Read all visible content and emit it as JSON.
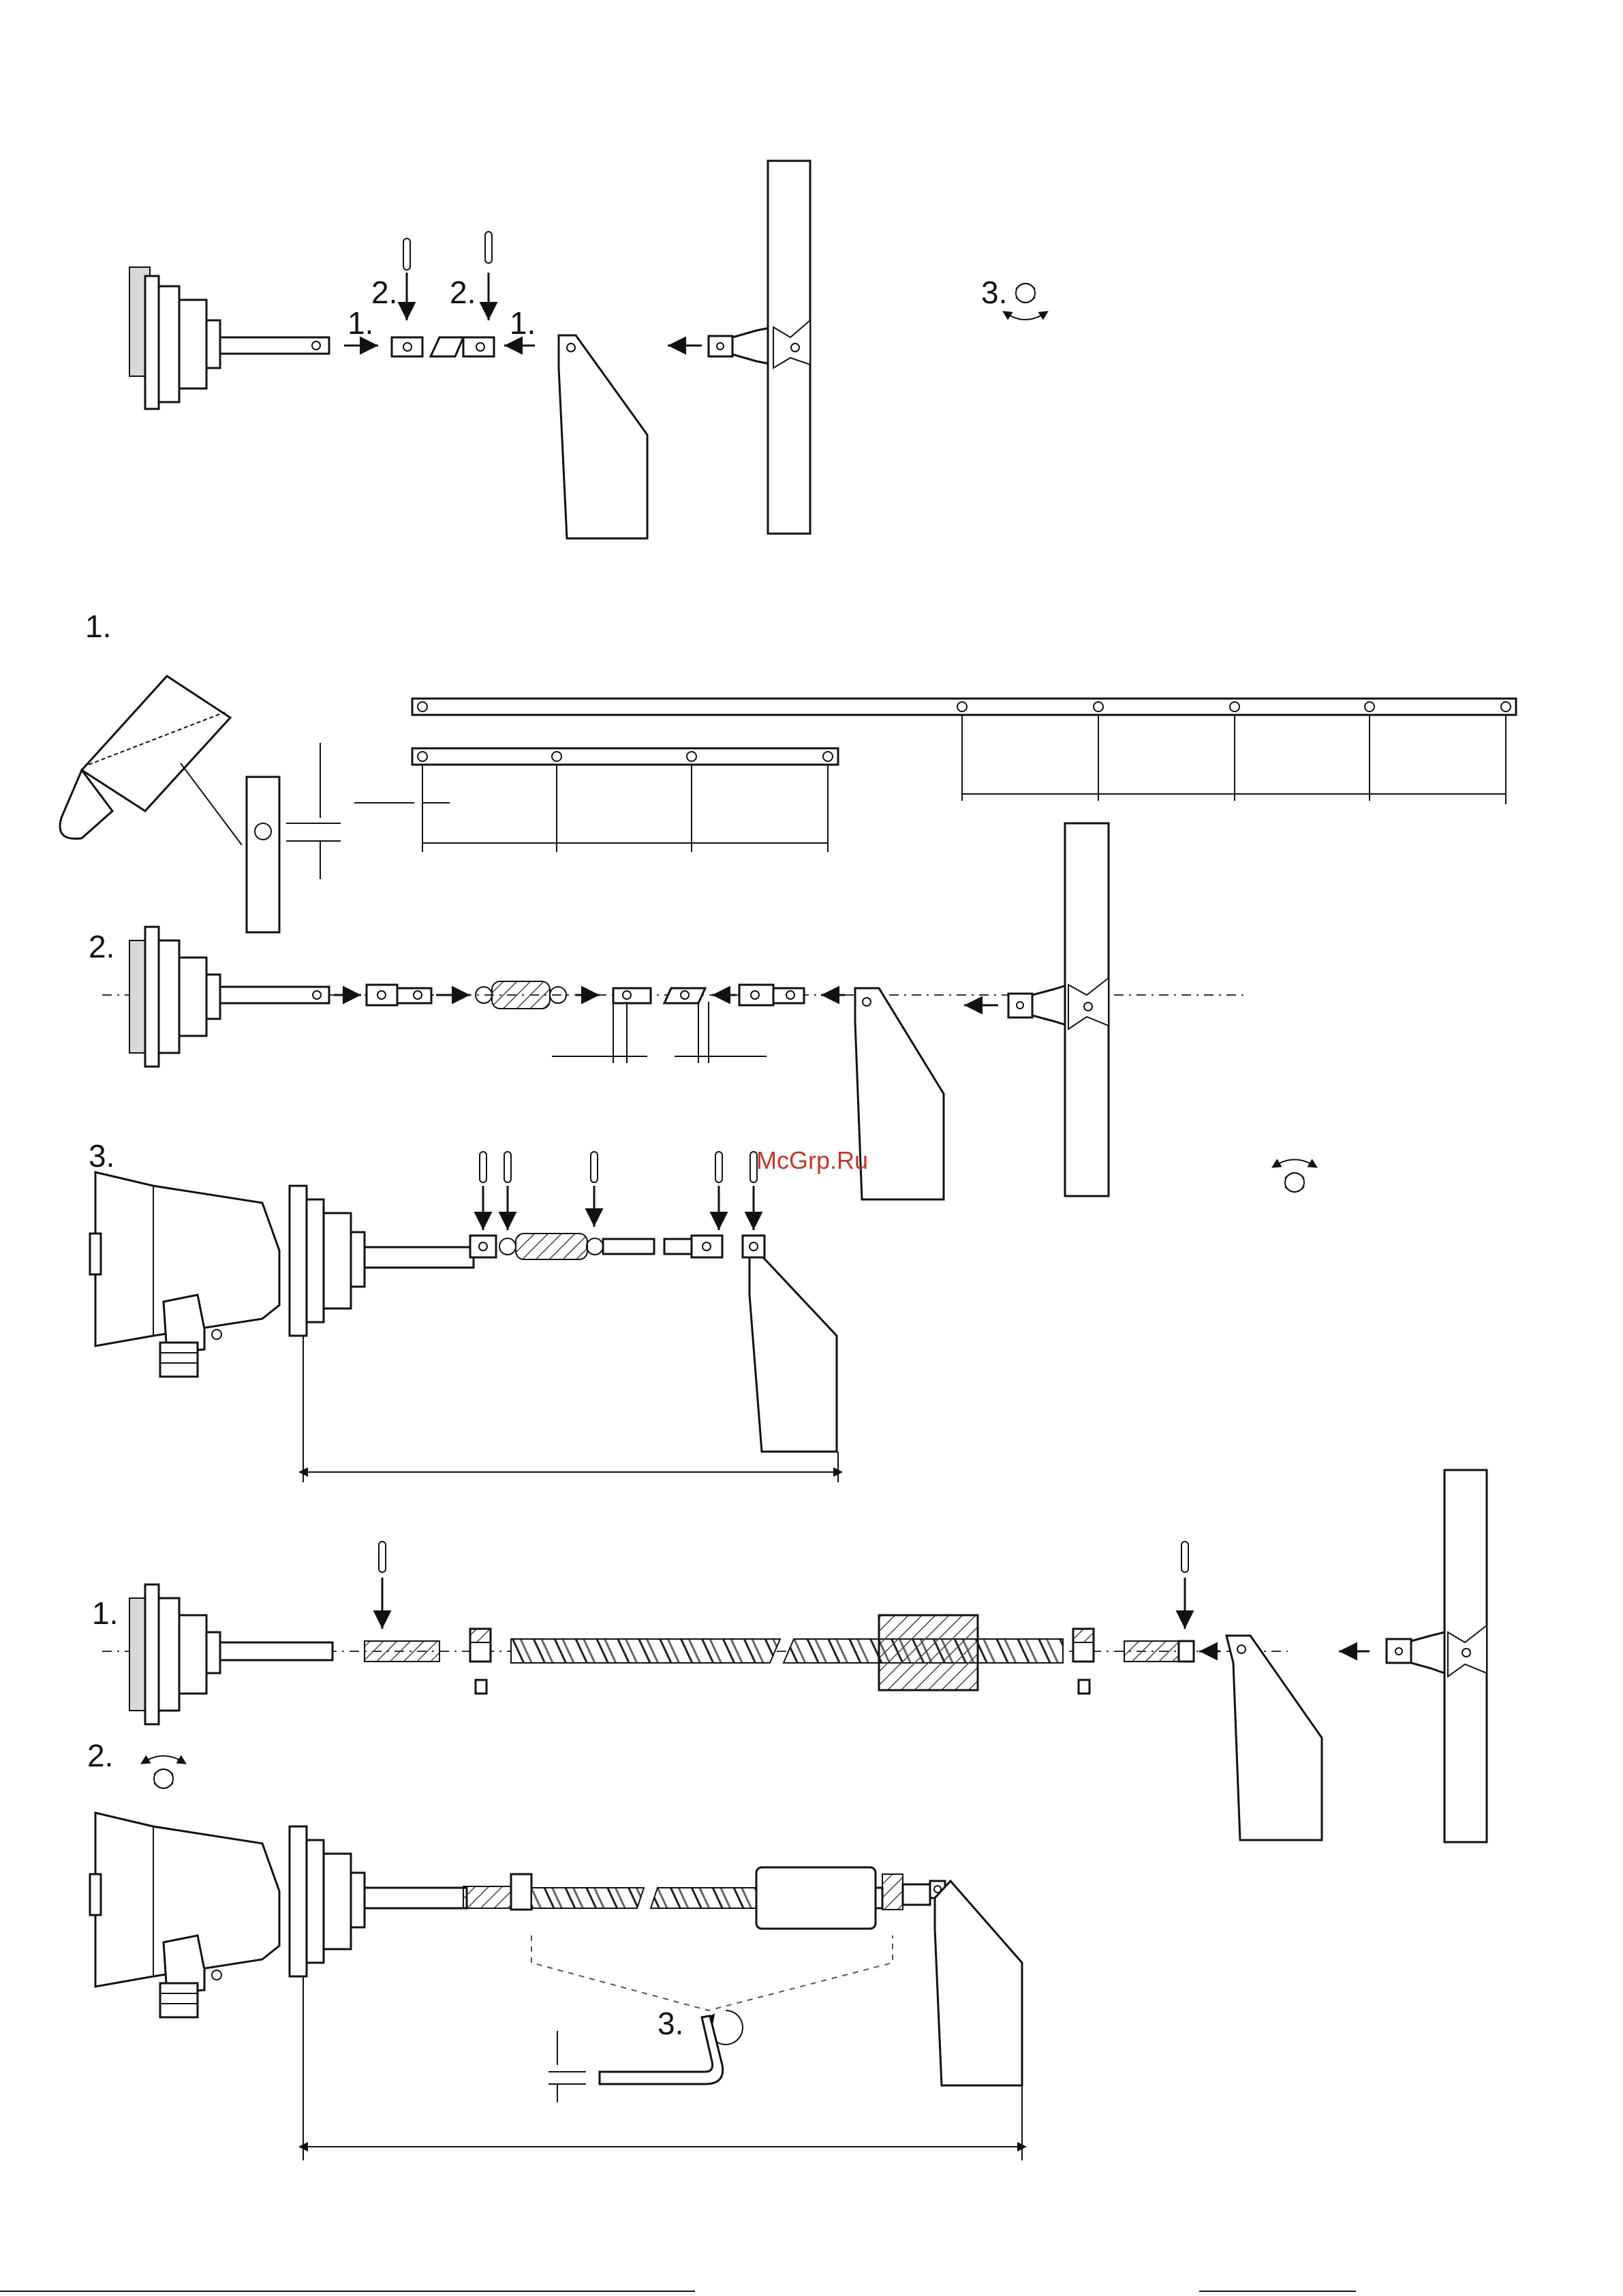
{
  "step_labels": {
    "top_step1_left": "1.",
    "top_step1_right": "1.",
    "top_step2_left": "2.",
    "top_step2_right": "2.",
    "top_step3": "3.",
    "rod_step1": "1.",
    "rod_step2": "2.",
    "rod_step3": "3.",
    "rope_step1": "1.",
    "rope_step2": "2.",
    "rope_step3": "3."
  },
  "watermark": "McGrp.Ru",
  "icons": [
    "screw-tighten-icon",
    "cotter-pin-icon",
    "hacksaw-icon",
    "hex-key-icon",
    "rotate-arrow-icon",
    "spring-icon",
    "wire-rope-icon"
  ]
}
